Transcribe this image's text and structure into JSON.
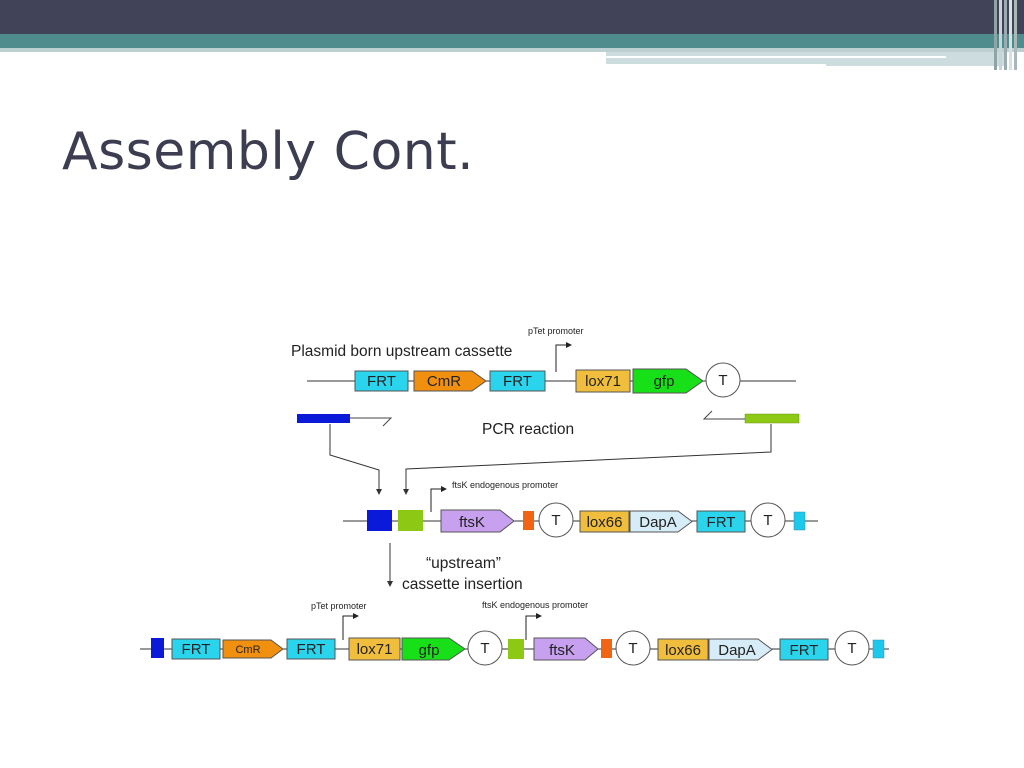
{
  "slide": {
    "title": "Assembly Cont.",
    "colors": {
      "header_dark": "#414358",
      "header_teal": "#4e8c8e",
      "title_text": "#3d3d52"
    }
  },
  "diagram": {
    "row1": {
      "label": "Plasmid born upstream cassette",
      "promoter_label": "pTet promoter",
      "parts": [
        "FRT",
        "CmR",
        "FRT",
        "lox71",
        "gfp",
        "T"
      ]
    },
    "pcr_label": "PCR reaction",
    "row2": {
      "promoter_label": "ftsK endogenous promoter",
      "parts": [
        "ftsK",
        "T",
        "lox66",
        "DapA",
        "FRT",
        "T"
      ]
    },
    "insertion_label_line1": "“upstream”",
    "insertion_label_line2": "cassette insertion",
    "row3": {
      "promoter1_label": "pTet promoter",
      "promoter2_label": "ftsK endogenous promoter",
      "parts": [
        "FRT",
        "CmR",
        "FRT",
        "lox71",
        "gfp",
        "T",
        "ftsK",
        "T",
        "lox66",
        "DapA",
        "FRT",
        "T"
      ]
    },
    "part_colors": {
      "FRT": "#2ad4ec",
      "CmR": "#f0900e",
      "lox": "#f0be3c",
      "gfp": "#18e018",
      "ftsK": "#c8a0f0",
      "DapA": "#d6ecf6",
      "blue_homology": "#0a1ad8",
      "green_homology": "#8cc814",
      "orange_small": "#f06414",
      "end_cyan": "#1cc8ec"
    }
  }
}
